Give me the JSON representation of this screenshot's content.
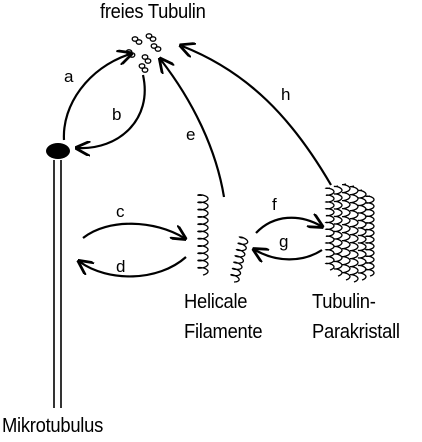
{
  "labels": {
    "free_tubulin": "freies Tubulin",
    "microtubule": "Mikrotubulus",
    "helical_line1": "Helicale",
    "helical_line2": "Filamente",
    "paracrystal_line1": "Tubulin-",
    "paracrystal_line2": "Parakristall"
  },
  "arrow_letters": {
    "a": "a",
    "b": "b",
    "c": "c",
    "d": "d",
    "e": "e",
    "f": "f",
    "g": "g",
    "h": "h"
  },
  "colors": {
    "ink": "#000000",
    "background": "#ffffff"
  }
}
